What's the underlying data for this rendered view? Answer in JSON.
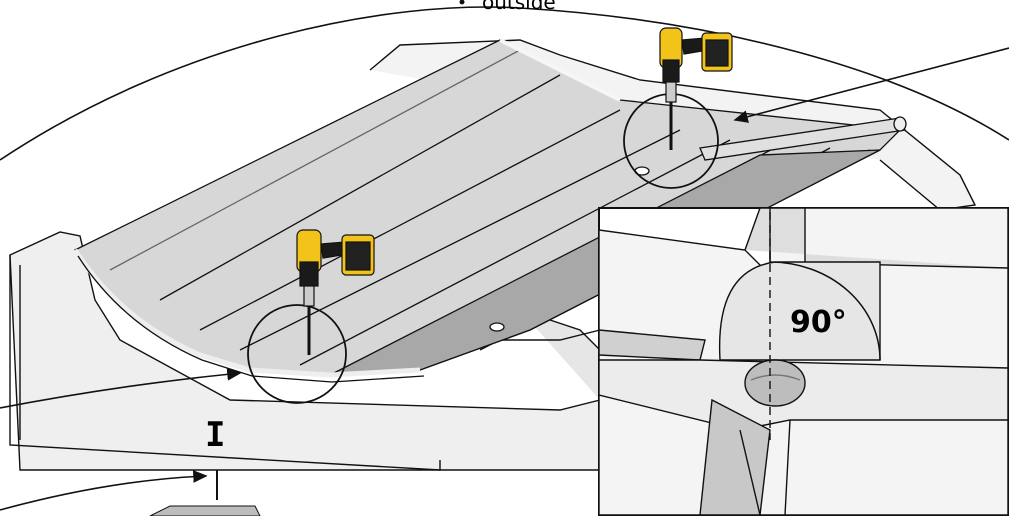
{
  "labels": {
    "top_caption": "outside",
    "step_marker": "I",
    "angle_value": "90°"
  },
  "colors": {
    "outline": "#111111",
    "panel_light": "#d9d9d9",
    "panel_mid": "#bdbdbd",
    "panel_dark": "#9a9a9a",
    "frame": "#e8e8e8",
    "drill_yellow": "#f2c318",
    "drill_black": "#1a1a1a"
  },
  "icons": [
    "drill-icon",
    "drill-bit-icon",
    "callout-arrow-icon"
  ]
}
